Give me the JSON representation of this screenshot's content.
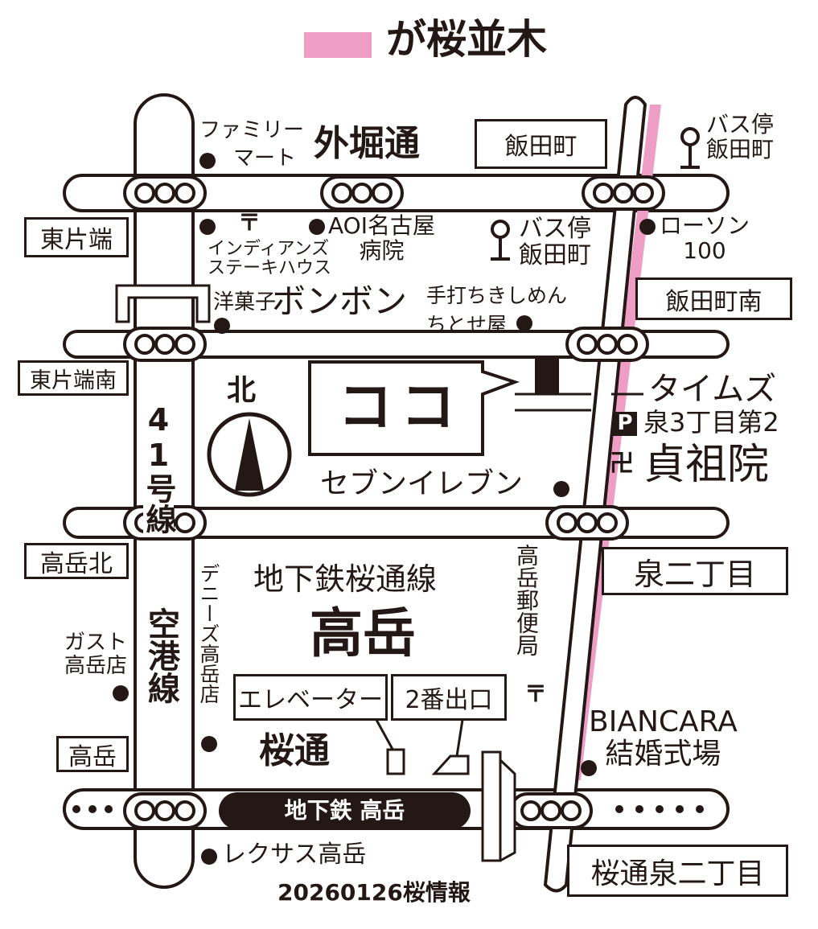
{
  "legend": {
    "label": "が桜並木",
    "color": "#ee9ec4"
  },
  "streets": {
    "sotobori": "外堀通",
    "route41": "41号線",
    "kuko": "空港線",
    "sakura": "桜通"
  },
  "station": {
    "line": "地下鉄桜通線",
    "name": "高岳",
    "bar": "地下鉄 高岳",
    "elevator": "エレベーター",
    "exit": "2番出口"
  },
  "intersections": [
    "飯田町",
    "東片端",
    "飯田町南",
    "東片端南",
    "泉二丁目",
    "高岳北",
    "高岳",
    "桜通泉二丁目"
  ],
  "places": {
    "familymart": "ファミリー\nマート",
    "bus1": "バス停\n飯田町",
    "bus2": "バス停\n飯田町",
    "aoi": "AOI名古屋\n病院",
    "lawson": "ローソン\n100",
    "indians": "インディアンズ\nステーキハウス",
    "bonbon_pre": "洋菓子",
    "bonbon": "ボンボン",
    "chitose": "手打ちきしめん\nちとせ屋",
    "times": "タイムズ",
    "parking": "泉3丁目第2",
    "teisoin": "貞祖院",
    "seven": "セブンイレブン",
    "post": "高岳郵便局",
    "dennys": "デニーズ高岳店",
    "gusto": "ガスト\n高岳店",
    "biancara": "BIANCARA\n結婚式場",
    "lexus": "レクサス高岳"
  },
  "destination": "ココ",
  "north": "北",
  "parking_icon": "P",
  "temple_icon": "卍",
  "credit": "20260126桜情報"
}
